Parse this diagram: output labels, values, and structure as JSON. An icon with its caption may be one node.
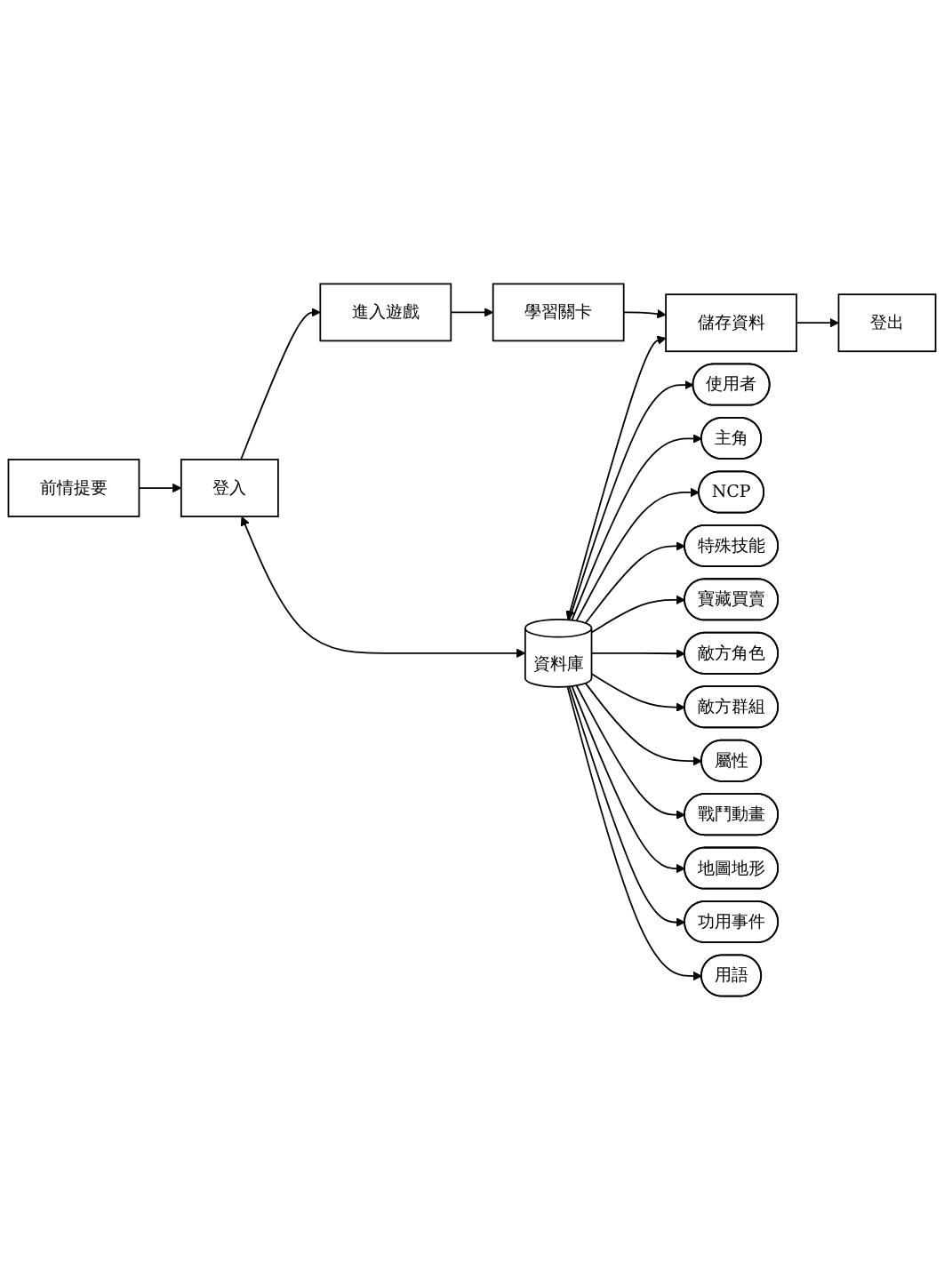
{
  "diagram": {
    "nodes": [
      {
        "text": [
          "前情提要"
        ]
      },
      {
        "text": [
          "登入"
        ]
      },
      {
        "text": [
          "進入遊戲"
        ]
      },
      {
        "text": [
          "學習關卡"
        ]
      },
      {
        "text": [
          "儲存資料"
        ]
      },
      {
        "text": [
          "登出"
        ]
      },
      {
        "text": [
          "資料庫"
        ]
      },
      {
        "text": [
          "使用者"
        ]
      },
      {
        "text": [
          "主角"
        ]
      },
      {
        "text": [
          "NCP"
        ]
      },
      {
        "text": [
          "特殊技能"
        ]
      },
      {
        "text": [
          "寶藏買賣"
        ]
      },
      {
        "text": [
          "敵方角色"
        ]
      },
      {
        "text": [
          "敵方群組"
        ]
      },
      {
        "text": [
          "屬性"
        ]
      },
      {
        "text": [
          "戰鬥動畫"
        ]
      },
      {
        "text": [
          "地圖地形"
        ]
      },
      {
        "text": [
          "功用事件"
        ]
      },
      {
        "text": [
          "用語"
        ]
      }
    ],
    "edges": [
      {
        "from": 0,
        "to": 1,
        "arrow": "to"
      },
      {
        "from": 1,
        "to": 2,
        "arrow": "to"
      },
      {
        "from": 2,
        "to": 3,
        "arrow": "to"
      },
      {
        "from": 3,
        "to": 4,
        "arrow": "to"
      },
      {
        "from": 4,
        "to": 5,
        "arrow": "to"
      },
      {
        "from": 1,
        "to": 6,
        "arrow": "both"
      },
      {
        "from": 6,
        "to": 4,
        "arrow": "both"
      },
      {
        "from": 6,
        "to": 7,
        "arrow": "to"
      },
      {
        "from": 6,
        "to": 8,
        "arrow": "to"
      },
      {
        "from": 6,
        "to": 9,
        "arrow": "to"
      },
      {
        "from": 6,
        "to": 10,
        "arrow": "to"
      },
      {
        "from": 6,
        "to": 11,
        "arrow": "to"
      },
      {
        "from": 6,
        "to": 12,
        "arrow": "to"
      },
      {
        "from": 6,
        "to": 13,
        "arrow": "to"
      },
      {
        "from": 6,
        "to": 14,
        "arrow": "to"
      },
      {
        "from": 6,
        "to": 15,
        "arrow": "to"
      },
      {
        "from": 6,
        "to": 16,
        "arrow": "to"
      },
      {
        "from": 6,
        "to": 17,
        "arrow": "to"
      },
      {
        "from": 6,
        "to": 18,
        "arrow": "to"
      }
    ]
  }
}
